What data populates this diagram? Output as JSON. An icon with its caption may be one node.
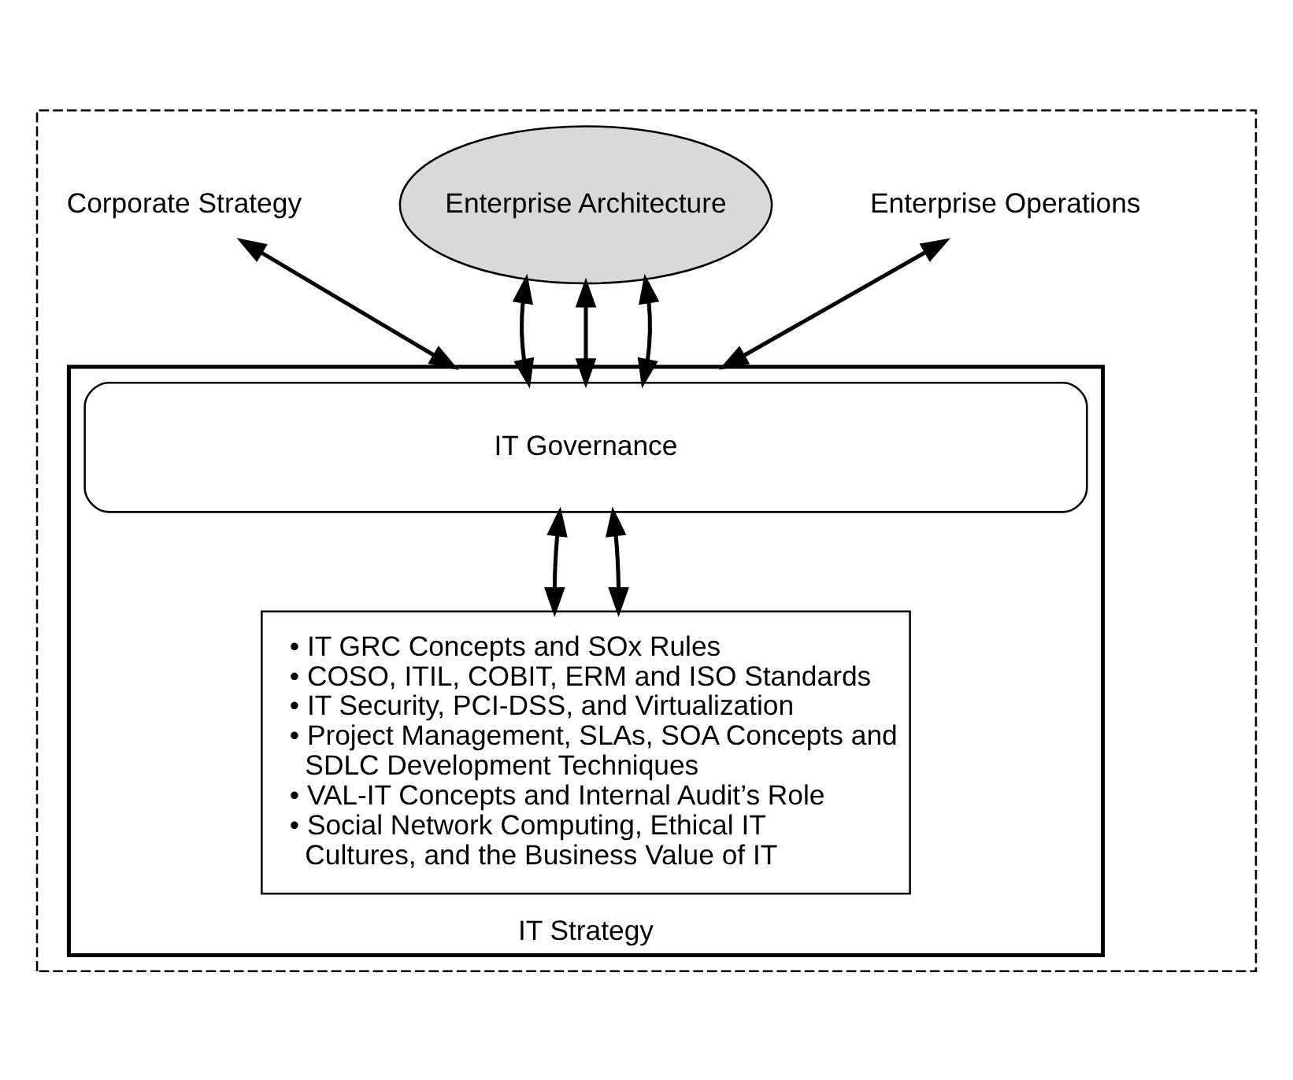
{
  "diagram": {
    "nodes": [
      {
        "text": [],
        "shape": "box"
      },
      {
        "text": [
          "Corporate Strategy"
        ],
        "in": 0
      },
      {
        "text": [
          "Enterprise Architecture"
        ],
        "in": 0
      },
      {
        "text": [
          "Enterprise Operations"
        ],
        "in": 0
      },
      {
        "text": [
          "IT Strategy"
        ],
        "in": 0
      },
      {
        "text": [
          "IT Governance"
        ],
        "in": 4
      },
      {
        "text": [
          "• IT GRC Concepts and SOx Rules",
          "• COSO, ITIL, COBIT, ERM and ISO Standards",
          "• IT Security, PCI-DSS, and Virtualization",
          "• Project Management, SLAs, SOA Concepts and SDLC Development Techniques",
          "• VAL-IT Concepts and Internal Audit’s Role",
          "• Social Network Computing, Ethical IT Cultures, and the Business Value of IT"
        ],
        "in": 4
      }
    ],
    "edges": [
      {
        "from": 1,
        "to": 4,
        "arrow": "both"
      },
      {
        "from": 3,
        "to": 4,
        "arrow": "both"
      },
      {
        "from": 2,
        "to": 5,
        "arrow": "both"
      },
      {
        "from": 2,
        "to": 5,
        "arrow": "both"
      },
      {
        "from": 2,
        "to": 5,
        "arrow": "both"
      },
      {
        "from": 5,
        "to": 6,
        "arrow": "both"
      },
      {
        "from": 5,
        "to": 6,
        "arrow": "both"
      }
    ]
  }
}
